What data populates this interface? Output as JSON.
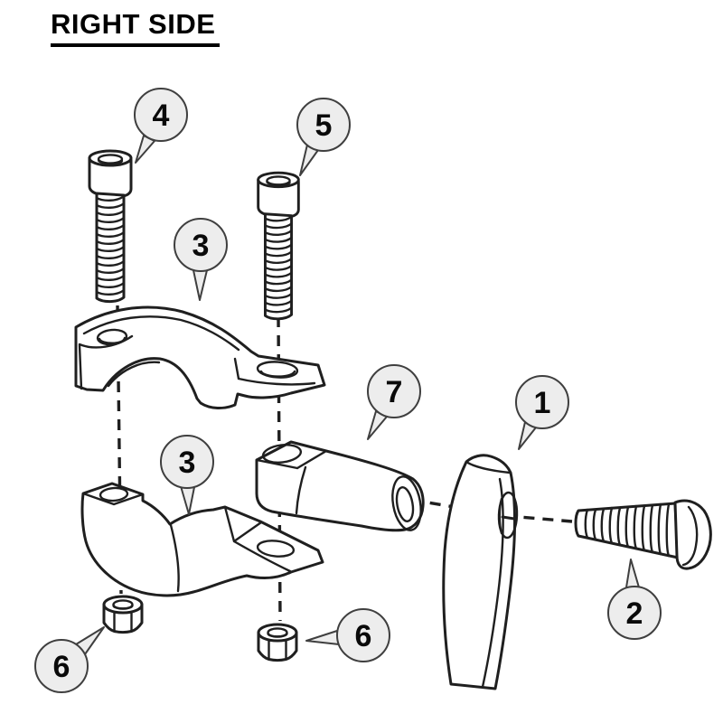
{
  "title": "RIGHT SIDE",
  "colors": {
    "background": "#ffffff",
    "line": "#1f1f1f",
    "balloon_fill": "#ededed",
    "balloon_stroke": "#3f3f3f",
    "label_text": "#0a0a0a"
  },
  "callouts": [
    {
      "label": "4"
    },
    {
      "label": "5"
    },
    {
      "label": "3"
    },
    {
      "label": "7"
    },
    {
      "label": "1"
    },
    {
      "label": "3"
    },
    {
      "label": "6"
    },
    {
      "label": "6"
    },
    {
      "label": "2"
    }
  ]
}
